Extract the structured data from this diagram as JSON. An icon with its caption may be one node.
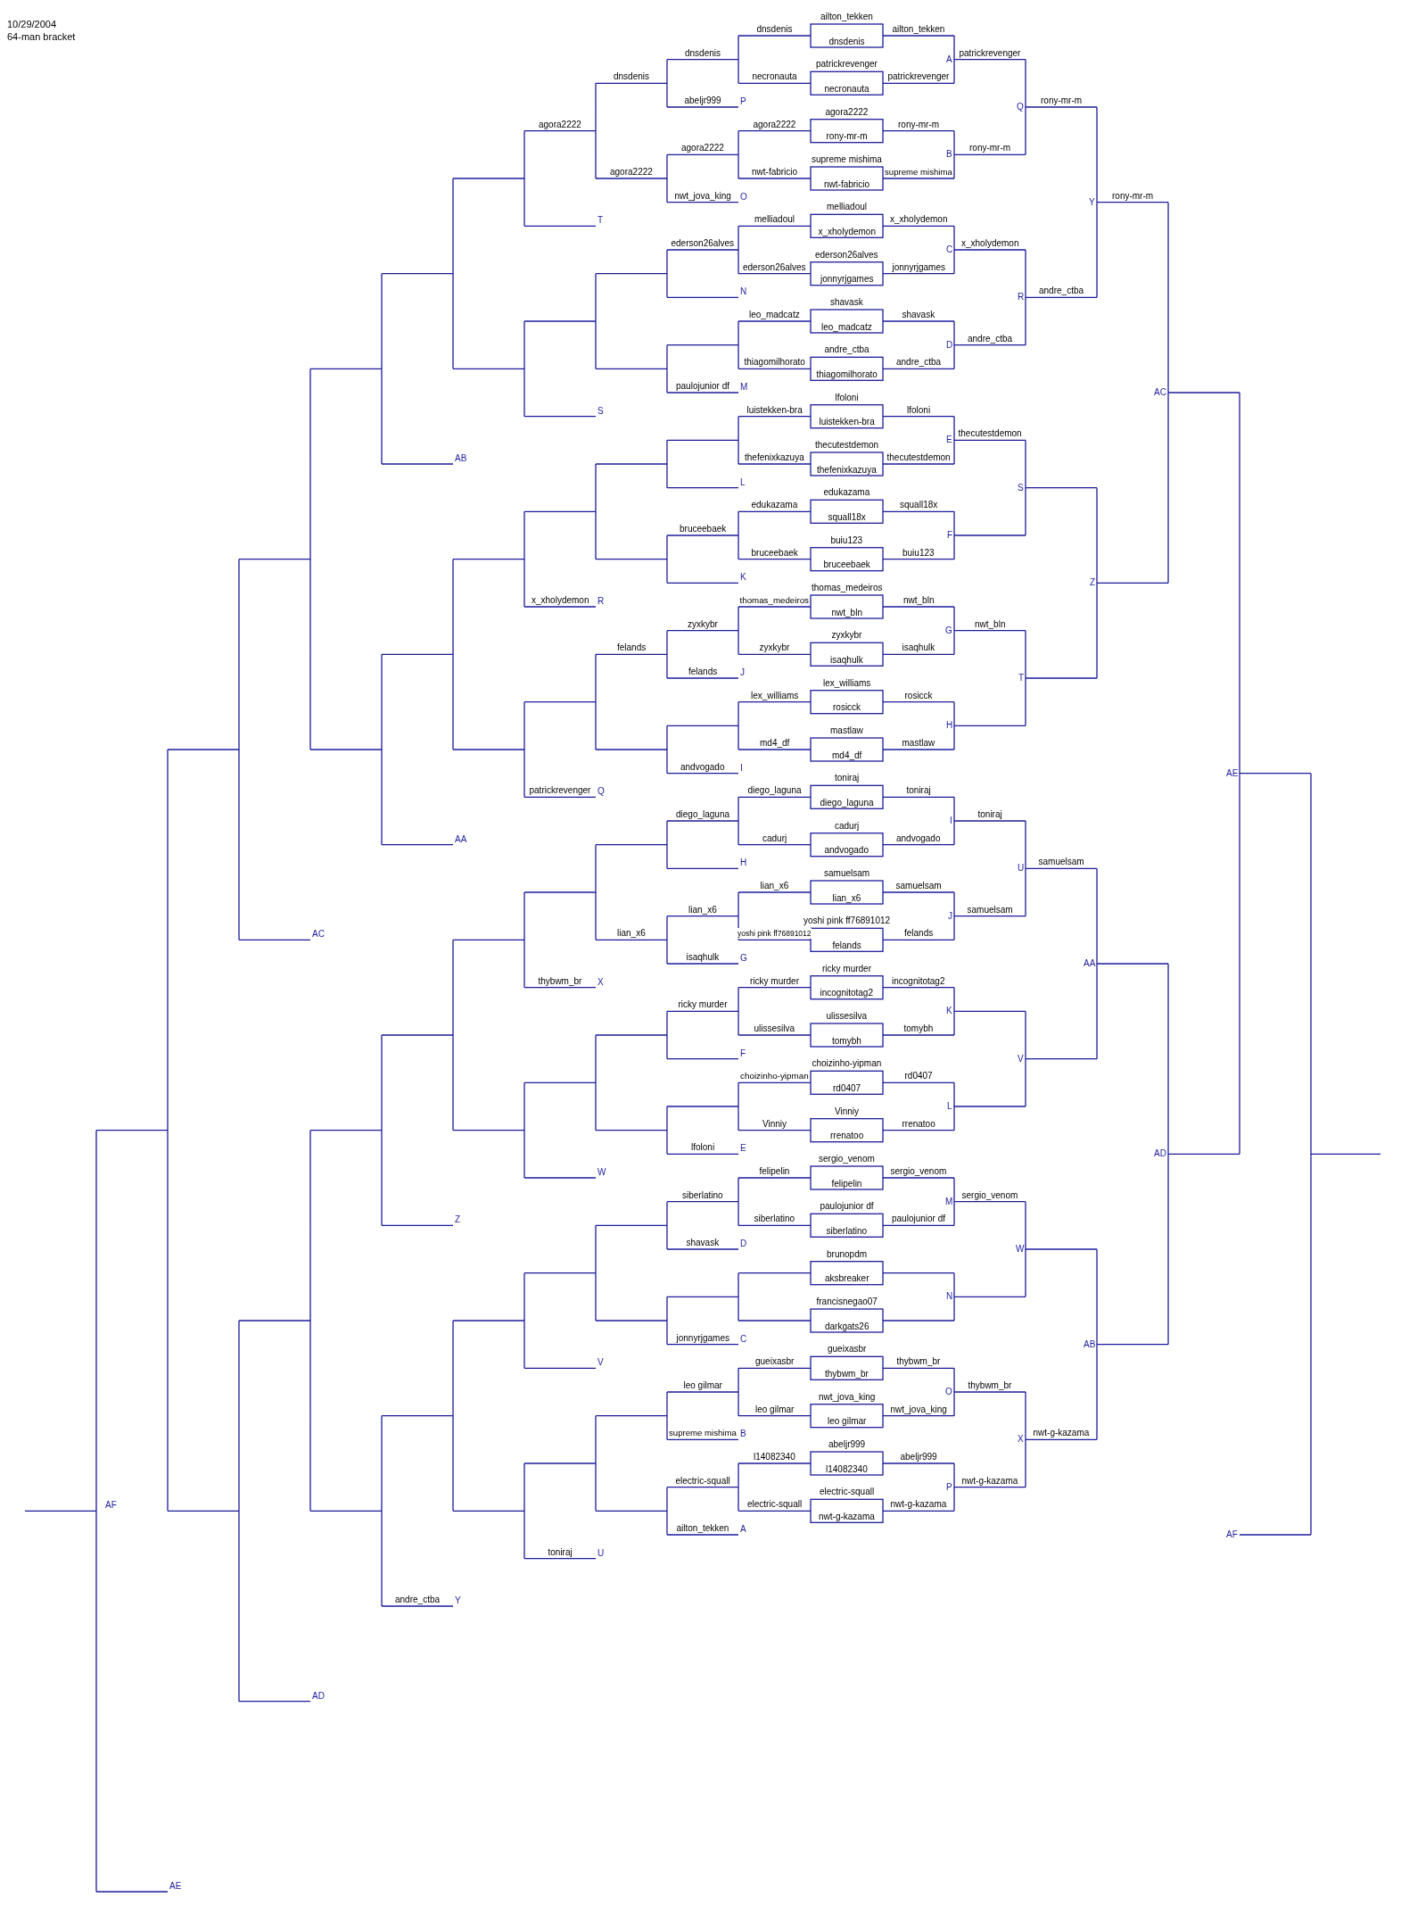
{
  "diagram": {
    "labels": [
      "10/29/2004",
      "64-man bracket",
      "dnsdenis",
      "ailton_tekken",
      "dnsdenis",
      "ailton_tekken",
      "necronauta",
      "patrickrevenger",
      "necronauta",
      "patrickrevenger",
      "agora2222",
      "agora2222",
      "rony-mr-m",
      "rony-mr-m",
      "nwt-fabricio",
      "supreme mishima",
      "nwt-fabricio",
      "supreme mishima",
      "melliadoul",
      "melliadoul",
      "x_xholydemon",
      "x_xholydemon",
      "ederson26alves",
      "ederson26alves",
      "jonnyrjgames",
      "jonnyrjgames",
      "leo_madcatz",
      "shavask",
      "leo_madcatz",
      "shavask",
      "thiagomilhorato",
      "andre_ctba",
      "thiagomilhorato",
      "andre_ctba",
      "luistekken-bra",
      "lfoloni",
      "luistekken-bra",
      "lfoloni",
      "thefenixkazuya",
      "thecutestdemon",
      "thefenixkazuya",
      "thecutestdemon",
      "edukazama",
      "edukazama",
      "squall18x",
      "squall18x",
      "bruceebaek",
      "buiu123",
      "bruceebaek",
      "buiu123",
      "thomas_medeiros",
      "thomas_medeiros",
      "nwt_bln",
      "nwt_bln",
      "zyxkybr",
      "zyxkybr",
      "isaqhulk",
      "isaqhulk",
      "lex_williams",
      "lex_williams",
      "rosicck",
      "rosicck",
      "md4_df",
      "mastlaw",
      "md4_df",
      "mastlaw",
      "diego_laguna",
      "toniraj",
      "diego_laguna",
      "toniraj",
      "cadurj",
      "cadurj",
      "andvogado",
      "andvogado",
      "lian_x6",
      "samuelsam",
      "lian_x6",
      "samuelsam",
      "yoshi pink ff76891012",
      "yoshi pink ff76891012",
      "felands",
      "felands",
      "ricky murder",
      "ricky murder",
      "incognitotag2",
      "incognitotag2",
      "ulissesilva",
      "ulissesilva",
      "tomybh",
      "tomybh",
      "choizinho-yipman",
      "choizinho-yipman",
      "rd0407",
      "rd0407",
      "Vinniy",
      "Vinniy",
      "rrenatoo",
      "rrenatoo",
      "felipelin",
      "sergio_venom",
      "felipelin",
      "sergio_venom",
      "siberlatino",
      "paulojunior df",
      "siberlatino",
      "paulojunior df",
      "brunopdm",
      "aksbreaker",
      "francisnegao07",
      "darkgats26",
      "gueixasbr",
      "gueixasbr",
      "thybwm_br",
      "thybwm_br",
      "leo gilmar",
      "nwt_jova_king",
      "leo gilmar",
      "nwt_jova_king",
      "l14082340",
      "abeljr999",
      "l14082340",
      "abeljr999",
      "electric-squall",
      "electric-squall",
      "nwt-g-kazama",
      "nwt-g-kazama",
      "A",
      "patrickrevenger",
      "B",
      "rony-mr-m",
      "C",
      "x_xholydemon",
      "D",
      "andre_ctba",
      "E",
      "thecutestdemon",
      "F",
      "G",
      "nwt_bln",
      "H",
      "I",
      "toniraj",
      "J",
      "samuelsam",
      "K",
      "L",
      "M",
      "sergio_venom",
      "N",
      "O",
      "thybwm_br",
      "P",
      "nwt-g-kazama",
      "Q",
      "rony-mr-m",
      "R",
      "andre_ctba",
      "S",
      "T",
      "U",
      "samuelsam",
      "V",
      "W",
      "X",
      "nwt-g-kazama",
      "Y",
      "rony-mr-m",
      "Z",
      "AA",
      "AB",
      "AC",
      "AD",
      "AE",
      "AF",
      "dnsdenis",
      "agora2222",
      "ederson26alves",
      "bruceebaek",
      "zyxkybr",
      "diego_laguna",
      "lian_x6",
      "ricky murder",
      "siberlatino",
      "leo gilmar",
      "electric-squall",
      "abeljr999",
      "P",
      "nwt_jova_king",
      "O",
      "N",
      "paulojunior df",
      "M",
      "L",
      "K",
      "felands",
      "J",
      "andvogado",
      "I",
      "H",
      "isaqhulk",
      "G",
      "F",
      "lfoloni",
      "E",
      "shavask",
      "D",
      "jonnyrjgames",
      "C",
      "supreme mishima",
      "B",
      "ailton_tekken",
      "A",
      "dnsdenis",
      "agora2222",
      "felands",
      "lian_x6",
      "agora2222",
      "T",
      "S",
      "x_xholydemon",
      "R",
      "patrickrevenger",
      "Q",
      "thybwm_br",
      "X",
      "W",
      "V",
      "toniraj",
      "U",
      "AB",
      "AA",
      "Z",
      "andre_ctba",
      "Y",
      "AC",
      "AD",
      "AE",
      "AF"
    ]
  }
}
